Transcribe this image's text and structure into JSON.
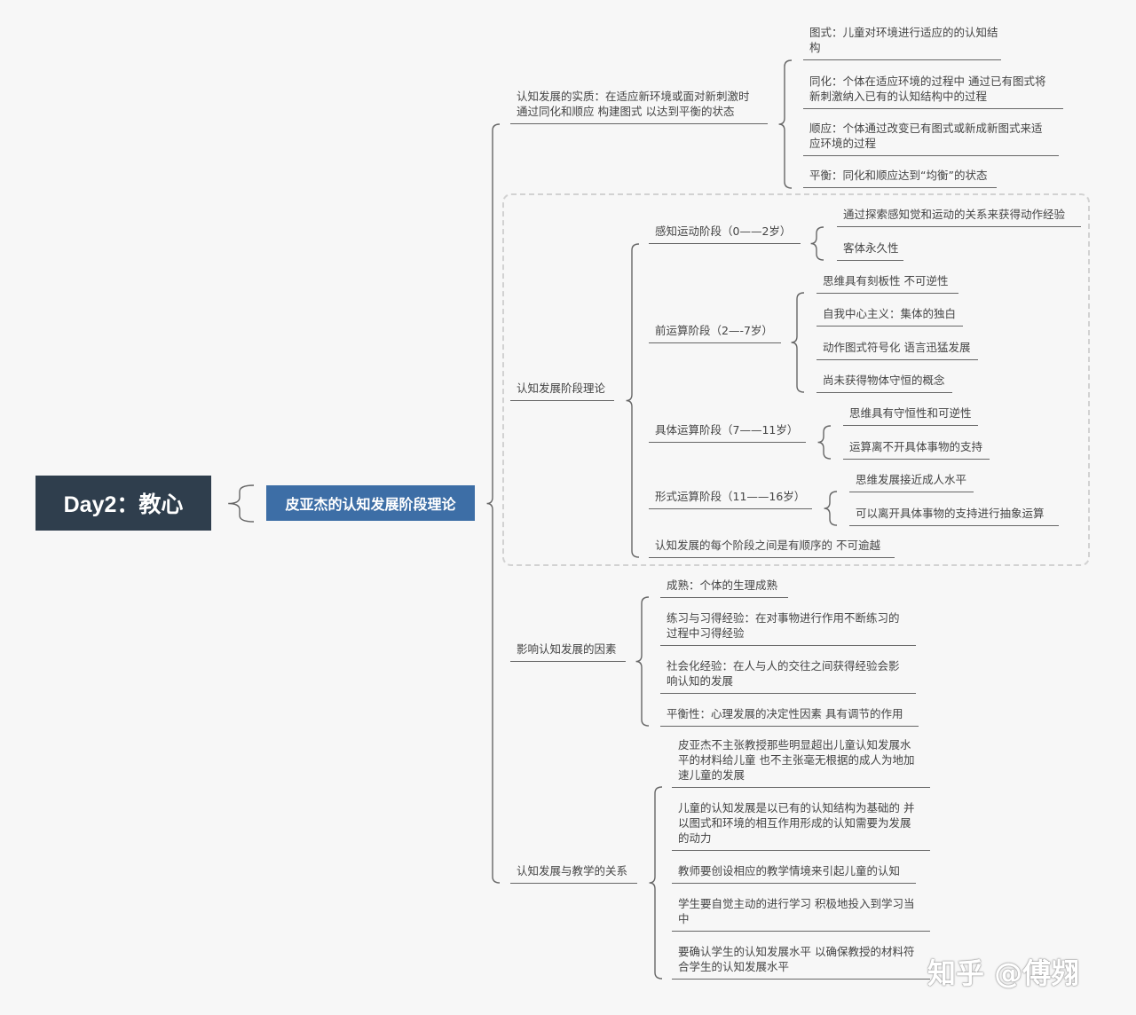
{
  "root": {
    "title": "Day2：教心"
  },
  "central": {
    "title": "皮亚杰的认知发展阶段理论"
  },
  "essence": {
    "label": "认知发展的实质：在适应新环境或面对新刺激时\n通过同化和顺应 构建图式 以达到平衡的状态",
    "children": [
      "图式：儿童对环境进行适应的的认知结构",
      "同化：个体在适应环境的过程中 通过已有图式将\n新刺激纳入已有的认知结构中的过程",
      "顺应：个体通过改变已有图式或新成新图式来适\n应环境的过程",
      "平衡：同化和顺应达到“均衡”的状态"
    ]
  },
  "stages": {
    "label": "认知发展阶段理论",
    "sensorimotor": {
      "label": "感知运动阶段（0——2岁）",
      "children": [
        "通过探索感知觉和运动的关系来获得动作经验",
        "客体永久性"
      ]
    },
    "preoperational": {
      "label": "前运算阶段（2—-7岁）",
      "children": [
        "思维具有刻板性 不可逆性",
        "自我中心主义：集体的独白",
        "动作图式符号化 语言迅猛发展",
        "尚未获得物体守恒的概念"
      ]
    },
    "concrete": {
      "label": "具体运算阶段（7——11岁）",
      "children": [
        "思维具有守恒性和可逆性",
        "运算离不开具体事物的支持"
      ]
    },
    "formal": {
      "label": "形式运算阶段（11——16岁）",
      "children": [
        "思维发展接近成人水平",
        "可以离开具体事物的支持进行抽象运算"
      ]
    },
    "order": "认知发展的每个阶段之间是有顺序的 不可逾越"
  },
  "factors": {
    "label": "影响认知发展的因素",
    "children": [
      "成熟：个体的生理成熟",
      "练习与习得经验：在对事物进行作用不断练习的\n过程中习得经验",
      "社会化经验：在人与人的交往之间获得经验会影\n响认知的发展",
      "平衡性：心理发展的决定性因素 具有调节的作用"
    ]
  },
  "teaching": {
    "label": "认知发展与教学的关系",
    "children": [
      "皮亚杰不主张教授那些明显超出儿童认知发展水\n平的材料给儿童 也不主张毫无根据的成人为地加\n速儿童的发展",
      "儿童的认知发展是以已有的认知结构为基础的 并\n以图式和环境的相互作用形成的认知需要为发展\n的动力",
      "教师要创设相应的教学情境来引起儿童的认知",
      "学生要自觉主动的进行学习 积极地投入到学习当\n中",
      "要确认学生的认知发展水平 以确保教授的材料符\n合学生的认知发展水平"
    ]
  },
  "watermark": "知乎 @傅翙",
  "colors": {
    "root_bg": "#2f3e4d",
    "central_bg": "#3d6ea6",
    "line": "#666666"
  }
}
